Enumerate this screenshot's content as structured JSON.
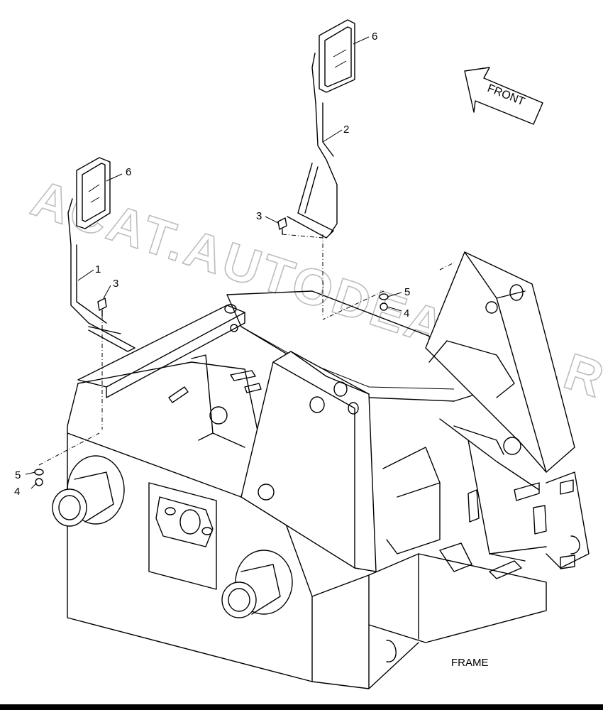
{
  "diagram": {
    "callouts": {
      "c1": "1",
      "c2": "2",
      "c3a": "3",
      "c3b": "3",
      "c4a": "4",
      "c4b": "4",
      "c5a": "5",
      "c5b": "5",
      "c6a": "6",
      "c6b": "6"
    },
    "front_label": "FRONT",
    "frame_label": "FRAME",
    "watermark": "ACAT.AUTODEALER.RU"
  }
}
